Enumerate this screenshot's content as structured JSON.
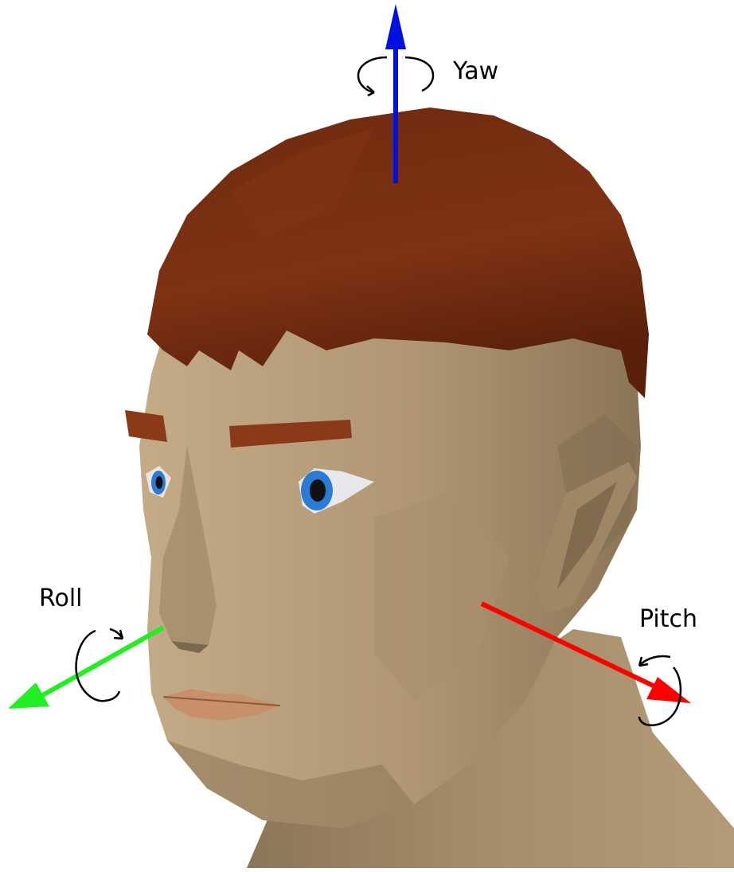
{
  "axes": {
    "yaw": {
      "label": "Yaw",
      "color": "#0010e0"
    },
    "roll": {
      "label": "Roll",
      "color": "#22ee22"
    },
    "pitch": {
      "label": "Pitch",
      "color": "#ff0000"
    }
  },
  "colors": {
    "skin": "#b59c78",
    "skin_shadow": "#7d6a4f",
    "hair": "#7a2f10",
    "hair_dark": "#5a200a",
    "eyebrow": "#8a3a18",
    "iris": "#2a7ad6",
    "lips": "#c8906a",
    "rotation_arrow": "#000000"
  }
}
